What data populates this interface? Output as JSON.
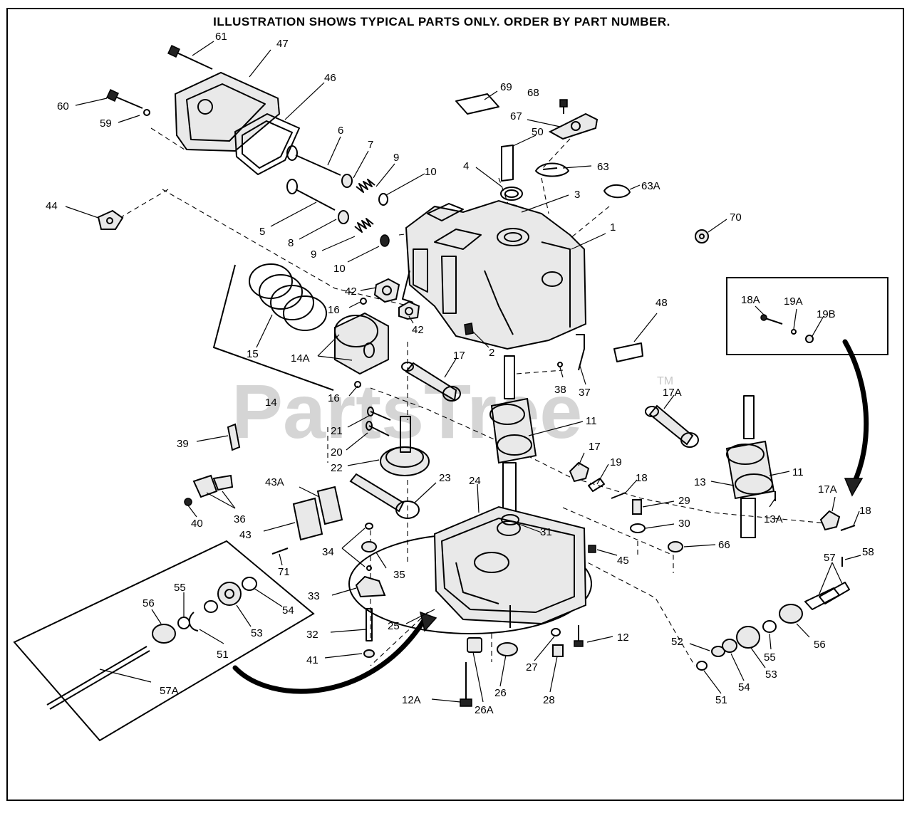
{
  "header": {
    "text": "ILLUSTRATION SHOWS TYPICAL PARTS ONLY. ORDER BY PART NUMBER."
  },
  "watermark": {
    "text": "PartsTree",
    "tm": "TM"
  },
  "callouts": [
    "61",
    "47",
    "46",
    "60",
    "59",
    "6",
    "7",
    "9",
    "10",
    "44",
    "5",
    "8",
    "9",
    "10",
    "69",
    "68",
    "67",
    "50",
    "4",
    "63",
    "3",
    "63A",
    "1",
    "70",
    "42",
    "42",
    "16",
    "15",
    "14A",
    "14",
    "16",
    "2",
    "48",
    "38",
    "37",
    "18A",
    "19A",
    "19B",
    "17",
    "17A",
    "11",
    "11",
    "21",
    "20",
    "22",
    "39",
    "13",
    "13A",
    "17",
    "19",
    "18",
    "17A",
    "18",
    "43A",
    "23",
    "24",
    "29",
    "30",
    "36",
    "40",
    "43",
    "34",
    "35",
    "31",
    "45",
    "66",
    "71",
    "57",
    "58",
    "56",
    "55",
    "54",
    "33",
    "53",
    "51",
    "57A",
    "32",
    "41",
    "25",
    "12",
    "52",
    "56",
    "55",
    "53",
    "54",
    "51",
    "12A",
    "26A",
    "26",
    "27",
    "28"
  ]
}
